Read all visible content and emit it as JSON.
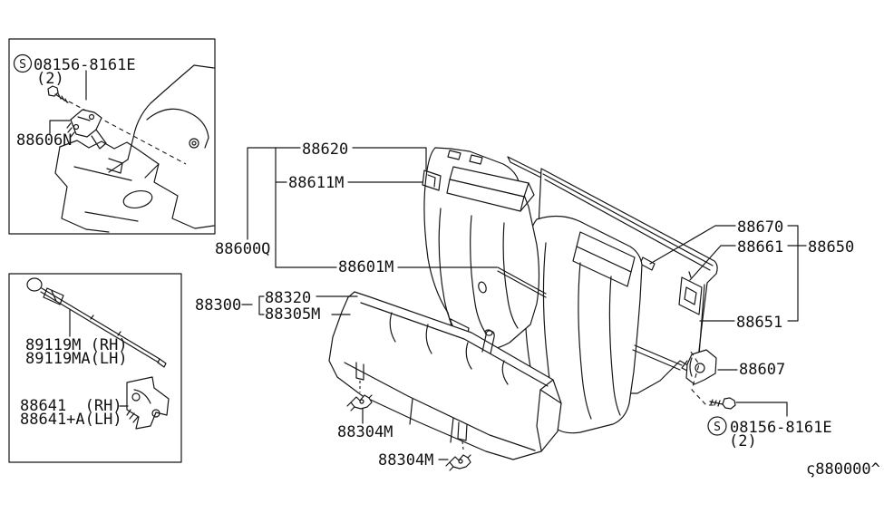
{
  "inset_floor": {
    "screw_symbol": "S",
    "screw_part": "08156-8161E",
    "screw_qty": "(2)",
    "bracket": "88606N"
  },
  "inset_rod": {
    "rod_rh": "89119M (RH)",
    "rod_lh": "89119MA(LH)",
    "striker_rh": "88641  (RH)",
    "striker_lh": "88641+A(LH)"
  },
  "seatback": {
    "assy": "88600Q",
    "back": "88620",
    "lock": "88611M",
    "trim": "88601M"
  },
  "cushion": {
    "assy": "88300",
    "pad": "88320",
    "trim": "88305M",
    "clip_left": "88304M",
    "clip_right": "88304M"
  },
  "back_panel": {
    "assy": "88650",
    "board": "88651",
    "trim": "88661",
    "clip": "88670",
    "bracket": "88607",
    "screw_symbol": "S",
    "screw_part": "08156-8161E",
    "screw_qty": "(2)"
  },
  "figure_code": "ς880000^"
}
